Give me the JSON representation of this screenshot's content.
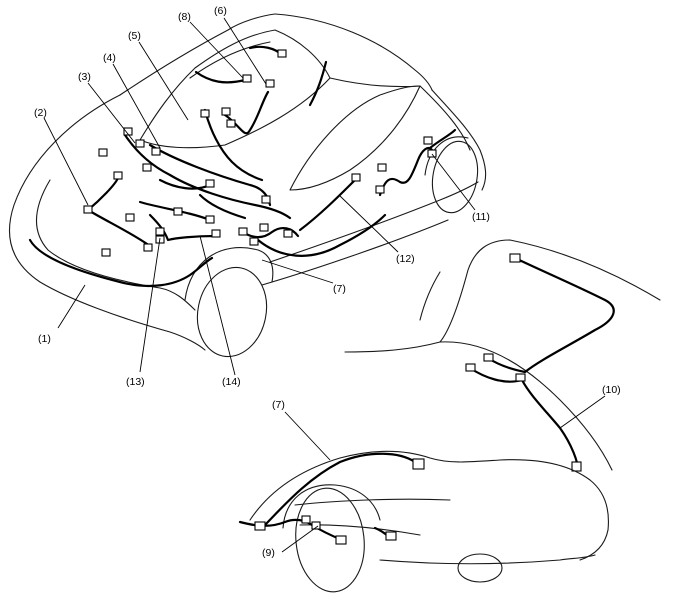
{
  "callouts": {
    "c1": "(1)",
    "c2": "(2)",
    "c3": "(3)",
    "c4": "(4)",
    "c5": "(5)",
    "c6": "(6)",
    "c7_front": "(7)",
    "c7_rear": "(7)",
    "c8": "(8)",
    "c9": "(9)",
    "c10": "(10)",
    "c11": "(11)",
    "c12": "(12)",
    "c13": "(13)",
    "c14": "(14)"
  },
  "colors": {
    "line": "#1a1a1a",
    "harness": "#000000",
    "background": "#ffffff"
  }
}
